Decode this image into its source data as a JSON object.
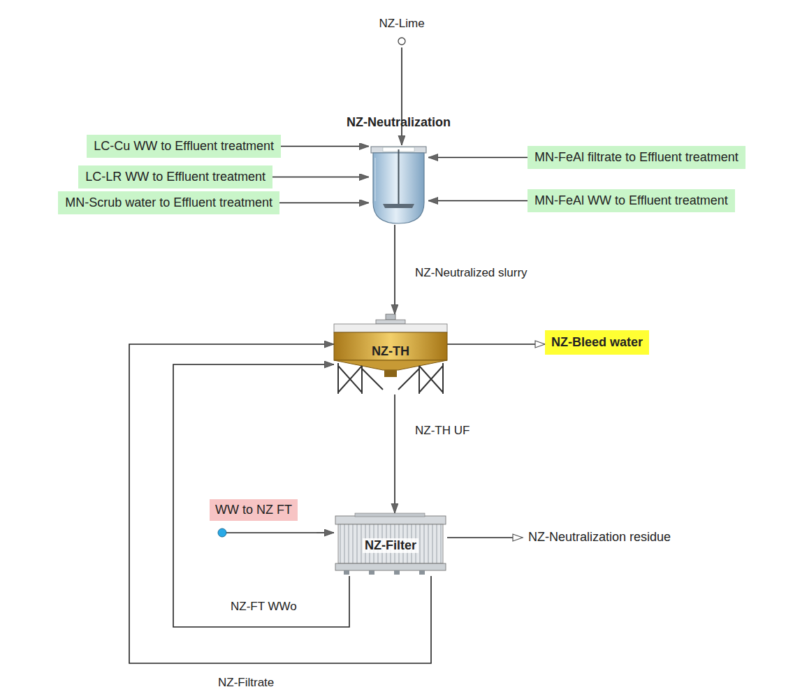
{
  "diagram": {
    "nodes": [
      {
        "text": [
          "NZ-Lime"
        ]
      },
      {
        "text": [
          "NZ-Neutralization"
        ]
      },
      {
        "text": [
          "LC-Cu WW to Effluent treatment"
        ]
      },
      {
        "text": [
          "MN-FeAl filtrate to Effluent treatment"
        ]
      },
      {
        "text": [
          "LC-LR WW to Effluent treatment"
        ]
      },
      {
        "text": [
          "MN-Scrub water to Effluent treatment"
        ]
      },
      {
        "text": [
          "MN-FeAl WW to Effluent treatment"
        ]
      },
      {
        "text": [
          "NZ-TH"
        ]
      },
      {
        "text": [
          "NZ-Bleed water"
        ]
      },
      {
        "text": [
          "WW to NZ FT"
        ]
      },
      {
        "text": [
          "NZ-Filter"
        ]
      },
      {
        "text": [
          "NZ-Neutralization residue"
        ]
      }
    ],
    "edges": [
      {
        "from": 0,
        "to": 1,
        "arrow": "to"
      },
      {
        "from": 2,
        "to": 1,
        "arrow": "to"
      },
      {
        "from": 4,
        "to": 1,
        "arrow": "to"
      },
      {
        "from": 5,
        "to": 1,
        "arrow": "to"
      },
      {
        "from": 3,
        "to": 1,
        "arrow": "to"
      },
      {
        "from": 6,
        "to": 1,
        "arrow": "to"
      },
      {
        "from": 1,
        "to": 7,
        "label": "NZ-Neutralized slurry",
        "arrow": "to"
      },
      {
        "from": 7,
        "to": 8,
        "arrow": "to"
      },
      {
        "from": 7,
        "to": 10,
        "label": "NZ-TH UF",
        "arrow": "to"
      },
      {
        "from": 9,
        "to": 10,
        "arrow": "to"
      },
      {
        "from": 10,
        "to": 11,
        "arrow": "to"
      },
      {
        "from": 10,
        "to": 7,
        "label": "NZ-FT WWo",
        "arrow": "to"
      },
      {
        "from": 10,
        "to": 7,
        "label": "NZ-Filtrate",
        "arrow": "to"
      }
    ]
  }
}
